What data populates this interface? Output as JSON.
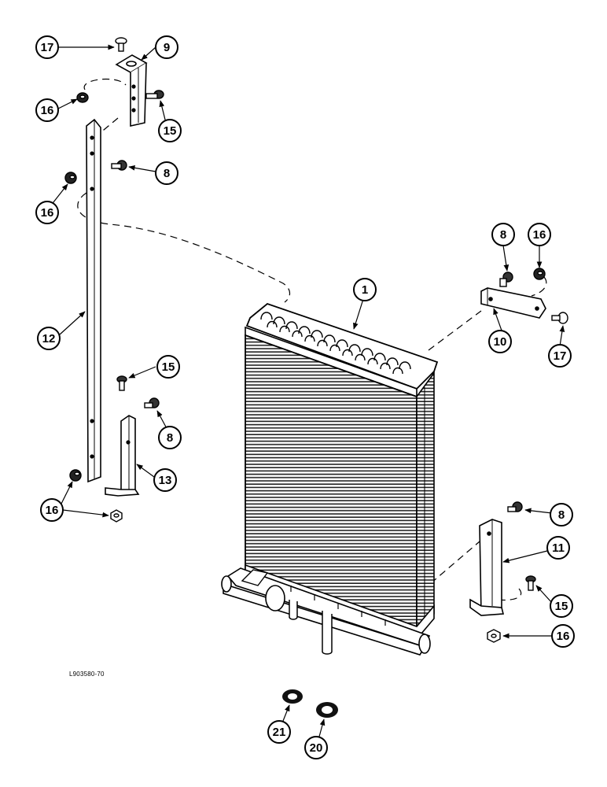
{
  "figure_ref": "L903580-70",
  "callouts": [
    {
      "id": "c17a",
      "label": "17"
    },
    {
      "id": "c9",
      "label": "9"
    },
    {
      "id": "c16a",
      "label": "16"
    },
    {
      "id": "c15a",
      "label": "15"
    },
    {
      "id": "c8a",
      "label": "8"
    },
    {
      "id": "c16b",
      "label": "16"
    },
    {
      "id": "c12",
      "label": "12"
    },
    {
      "id": "c15b",
      "label": "15"
    },
    {
      "id": "c8b",
      "label": "8"
    },
    {
      "id": "c13",
      "label": "13"
    },
    {
      "id": "c16c",
      "label": "16"
    },
    {
      "id": "c1",
      "label": "1"
    },
    {
      "id": "c8c",
      "label": "8"
    },
    {
      "id": "c16d",
      "label": "16"
    },
    {
      "id": "c10",
      "label": "10"
    },
    {
      "id": "c17b",
      "label": "17"
    },
    {
      "id": "c8d",
      "label": "8"
    },
    {
      "id": "c11",
      "label": "11"
    },
    {
      "id": "c15c",
      "label": "15"
    },
    {
      "id": "c16e",
      "label": "16"
    },
    {
      "id": "c21",
      "label": "21"
    },
    {
      "id": "c20",
      "label": "20"
    }
  ]
}
